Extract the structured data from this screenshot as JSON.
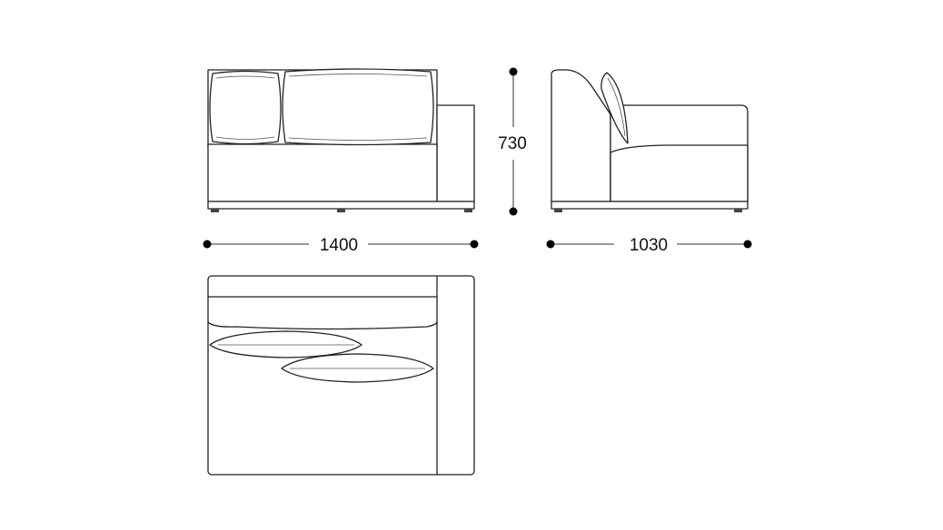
{
  "dimensions": {
    "width": {
      "value": "1400"
    },
    "depth": {
      "value": "1030"
    },
    "height": {
      "value": "730"
    }
  }
}
